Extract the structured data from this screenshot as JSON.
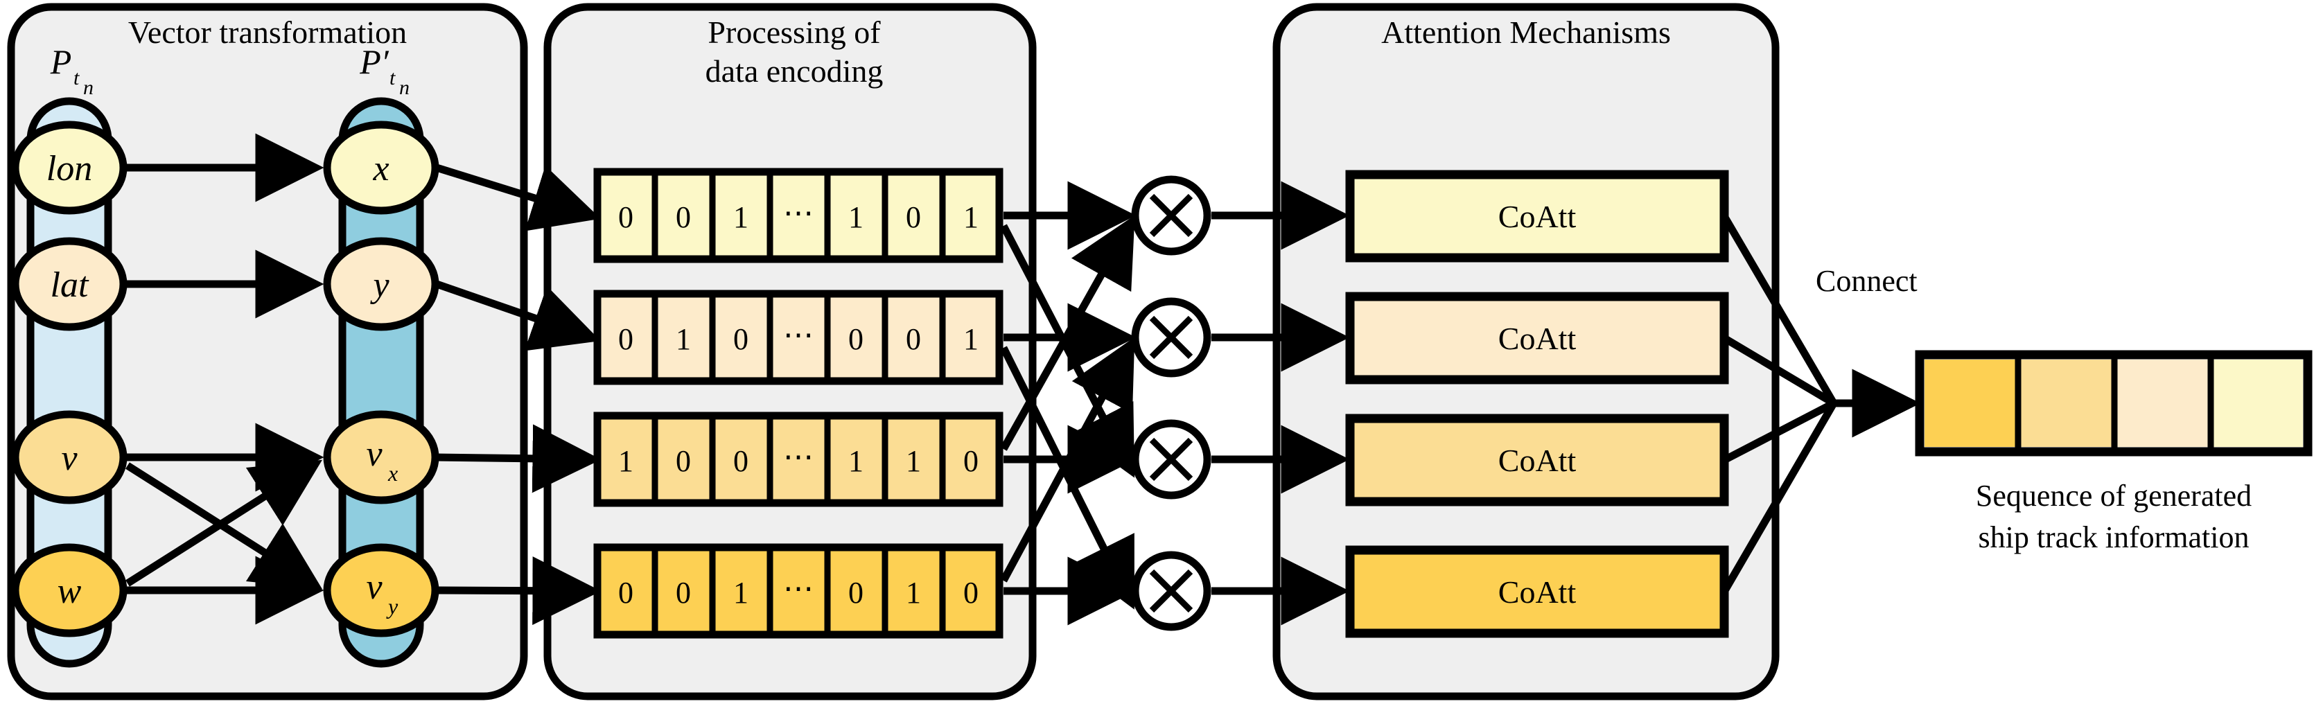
{
  "panels": {
    "vector_transformation": {
      "title": "Vector transformation"
    },
    "data_encoding": {
      "title_line1": "Processing of",
      "title_line2": "data encoding"
    },
    "attention": {
      "title": "Attention Mechanisms"
    }
  },
  "vectors": {
    "input_label": "P",
    "input_sub": "t",
    "input_sub2": "n",
    "output_label": "P′",
    "output_sub": "t",
    "output_sub2": "n"
  },
  "input_nodes": [
    {
      "label": "lon",
      "sub": "",
      "color": "#FCF8C8"
    },
    {
      "label": "lat",
      "sub": "",
      "color": "#FDEBCB"
    },
    {
      "label": "v",
      "sub": "",
      "color": "#FBDD94"
    },
    {
      "label": "w",
      "sub": "",
      "color": "#FDD053"
    }
  ],
  "output_nodes": [
    {
      "label": "x",
      "sub": "",
      "color": "#FCF8C8"
    },
    {
      "label": "y",
      "sub": "",
      "color": "#FDEBCB"
    },
    {
      "label": "v",
      "sub": "x",
      "color": "#FBDD94"
    },
    {
      "label": "v",
      "sub": "y",
      "color": "#FDD053"
    }
  ],
  "encoding_rows": [
    {
      "cells": [
        "0",
        "0",
        "1",
        "⋯",
        "1",
        "0",
        "1"
      ],
      "color": "#FCF8C8"
    },
    {
      "cells": [
        "0",
        "1",
        "0",
        "⋯",
        "0",
        "0",
        "1"
      ],
      "color": "#FDEBCB"
    },
    {
      "cells": [
        "1",
        "0",
        "0",
        "⋯",
        "1",
        "1",
        "0"
      ],
      "color": "#FBDD94"
    },
    {
      "cells": [
        "0",
        "0",
        "1",
        "⋯",
        "0",
        "1",
        "0"
      ],
      "color": "#FDD053"
    }
  ],
  "multiply_nodes": [
    {
      "symbol": "×"
    },
    {
      "symbol": "×"
    },
    {
      "symbol": "×"
    },
    {
      "symbol": "×"
    }
  ],
  "coatt_blocks": [
    {
      "label": "CoAtt",
      "color": "#FCF8C8"
    },
    {
      "label": "CoAtt",
      "color": "#FDEBCB"
    },
    {
      "label": "CoAtt",
      "color": "#FBDD94"
    },
    {
      "label": "CoAtt",
      "color": "#FDD053"
    }
  ],
  "connect": {
    "label": "Connect"
  },
  "output_sequence": {
    "cells": [
      {
        "color": "#FDD053"
      },
      {
        "color": "#FBDD94"
      },
      {
        "color": "#FDEBCB"
      },
      {
        "color": "#FCF8C8"
      }
    ],
    "caption_line1": "Sequence of generated",
    "caption_line2": "ship track information"
  },
  "colors": {
    "panel_bg": "#EFEFEF",
    "panel_stroke": "#000000",
    "input_group_bg": "#D5EAF5",
    "output_group_bg": "#8FCDDF",
    "stroke": "#000000"
  }
}
